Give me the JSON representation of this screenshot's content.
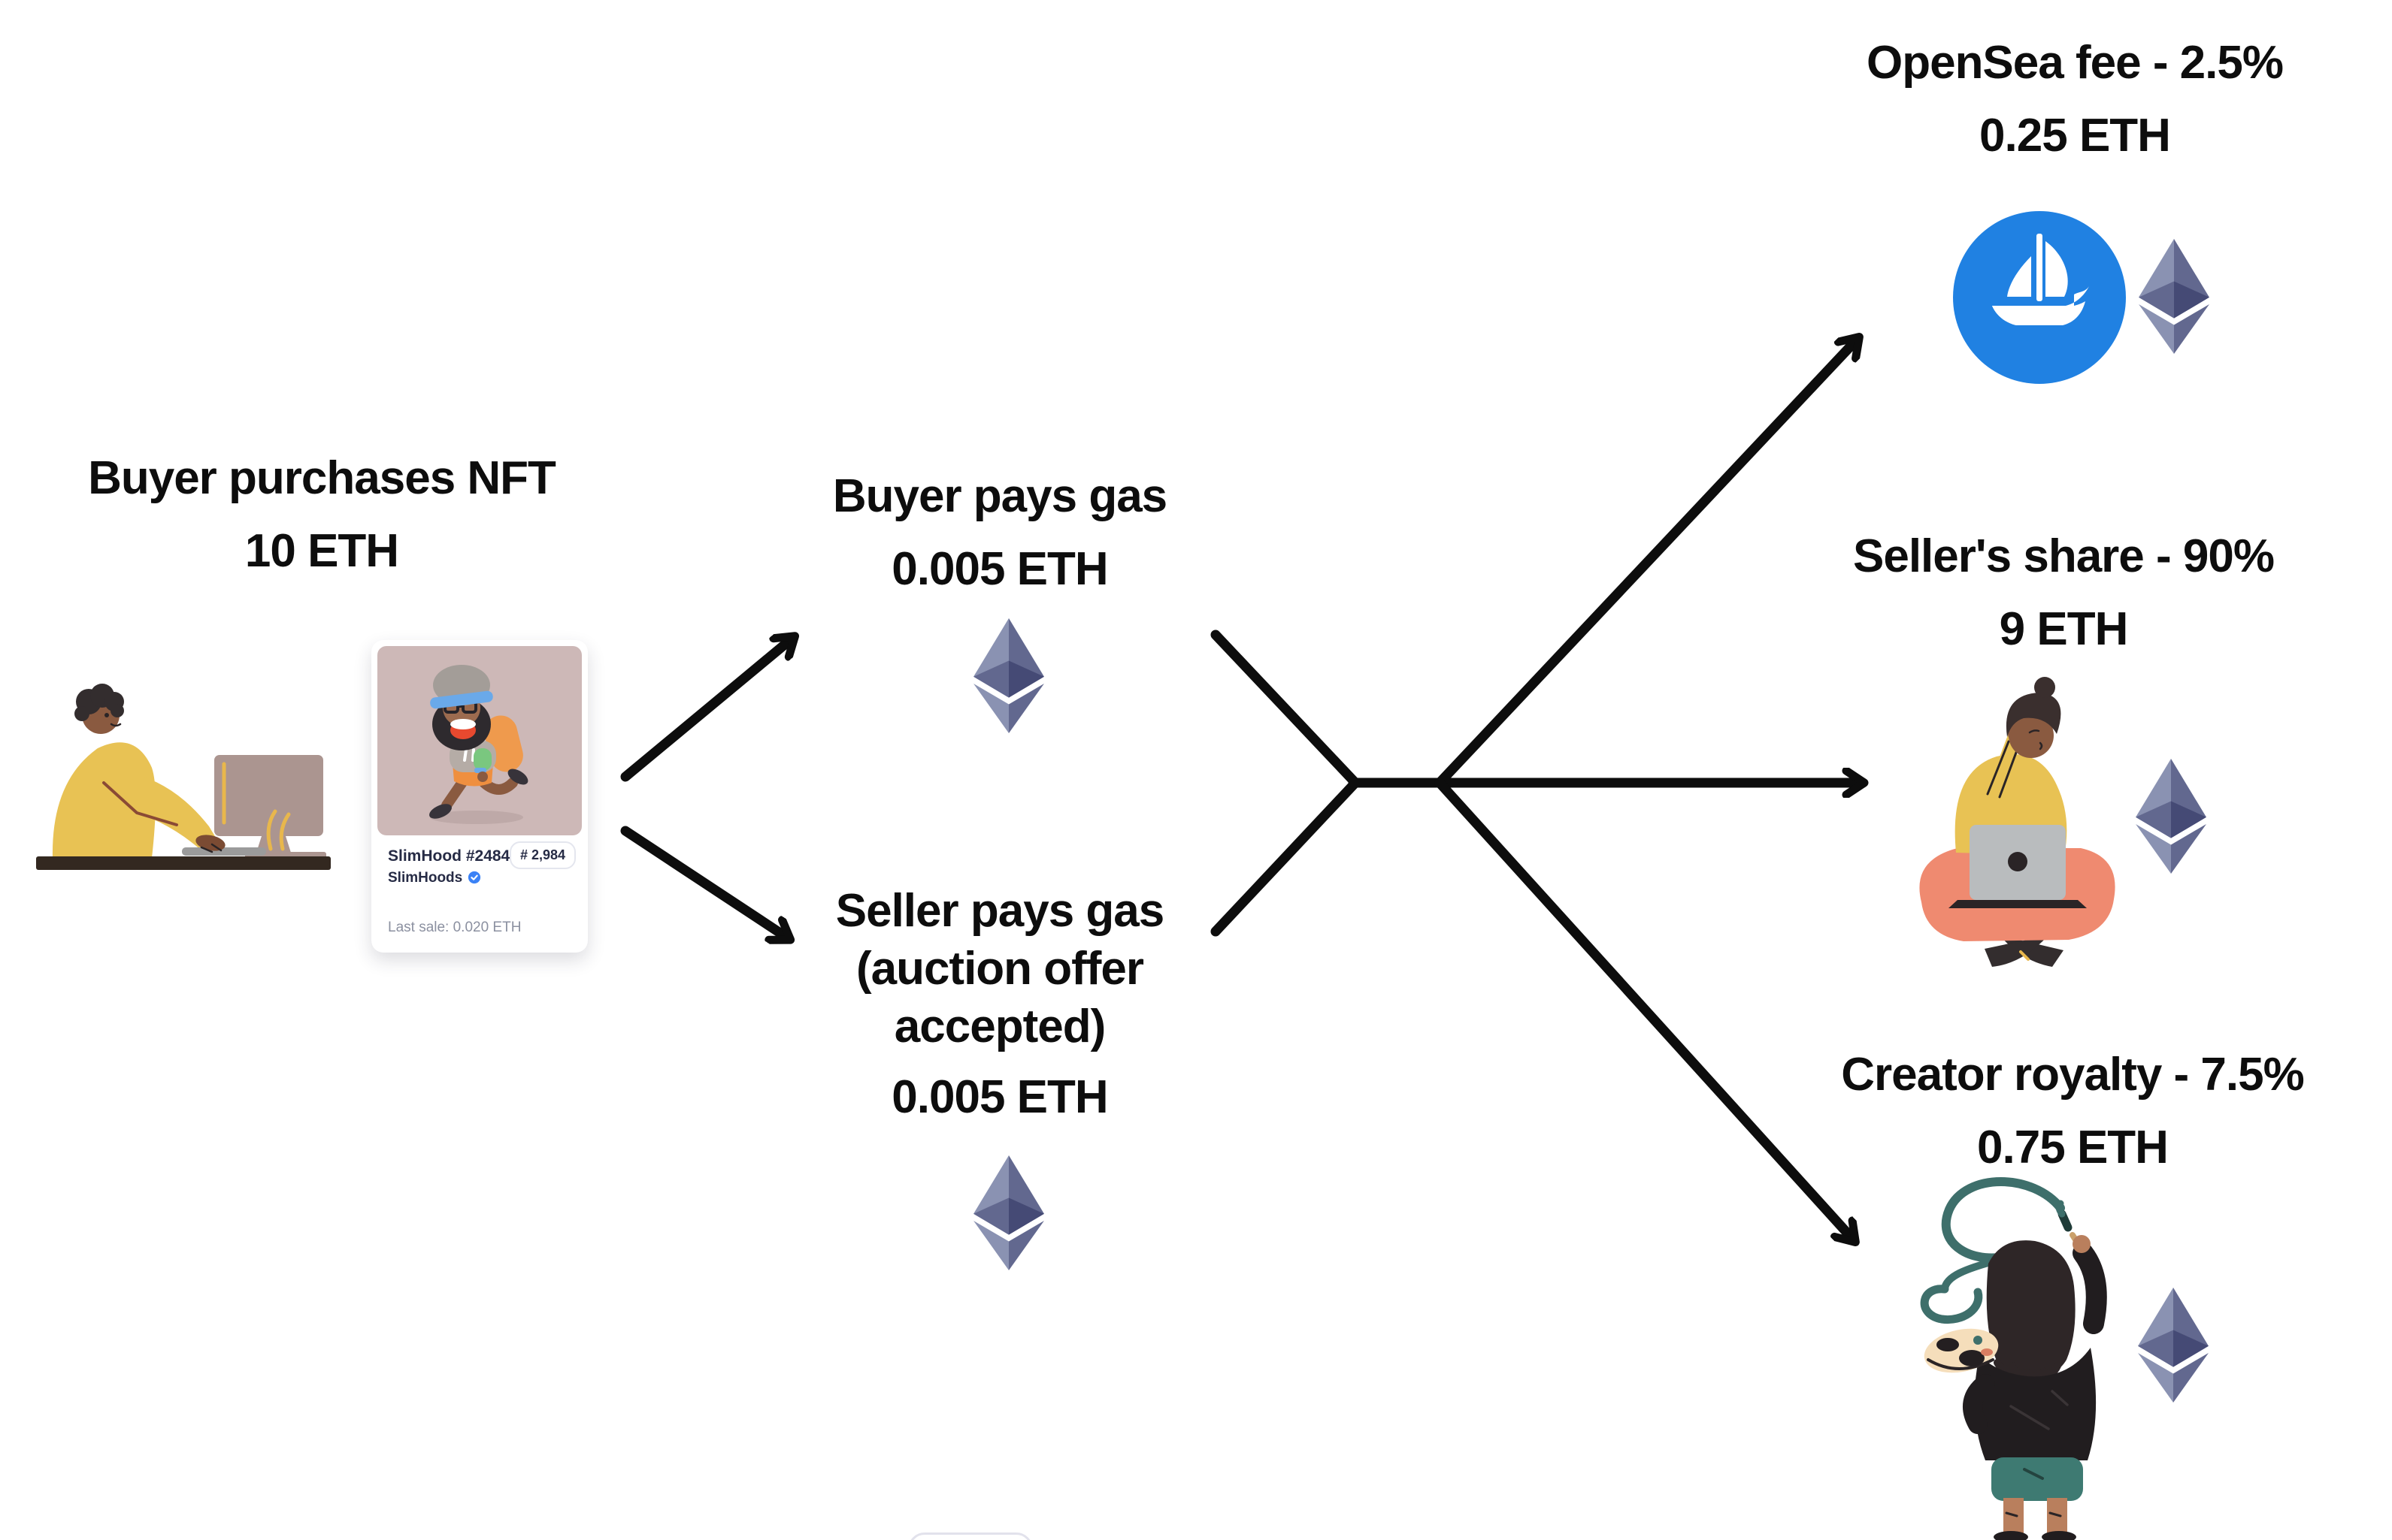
{
  "labels": {
    "buyer": {
      "lines": [
        "Buyer purchases NFT",
        "10 ETH"
      ]
    },
    "buyer_gas": {
      "lines": [
        "Buyer pays gas",
        "0.005 ETH"
      ]
    },
    "seller_gas": {
      "lines": [
        "Seller pays gas",
        "(auction offer",
        "accepted)"
      ],
      "value": "0.005 ETH"
    },
    "opensea_fee": {
      "lines": [
        "OpenSea fee - 2.5%",
        "0.25 ETH"
      ]
    },
    "seller_share": {
      "lines": [
        "Seller's share - 90%",
        "9 ETH"
      ]
    },
    "creator_royalty": {
      "lines": [
        "Creator royalty - 7.5%",
        "0.75 ETH"
      ]
    }
  },
  "nft_card": {
    "title": "SlimHood #2484",
    "collection": "SlimHoods",
    "rank_badge": "# 2,984",
    "last_sale": "Last sale: 0.020 ETH"
  },
  "icons": {
    "ethereum": "ethereum-diamond-logo",
    "opensea": "opensea-ship-logo",
    "verified": "verified-check-badge"
  },
  "colors": {
    "arrow": "#0d0d0d",
    "opensea_blue": "#2081E2",
    "eth_light": "#8A92B2",
    "eth_mid": "#62688F",
    "eth_dark": "#454A75",
    "verified_blue": "#3B82F6",
    "sweater_yellow": "#E8C254",
    "pants_salmon": "#EF8A70",
    "shorts_teal": "#3E7A72",
    "paint_teal": "#3E6F6B"
  }
}
